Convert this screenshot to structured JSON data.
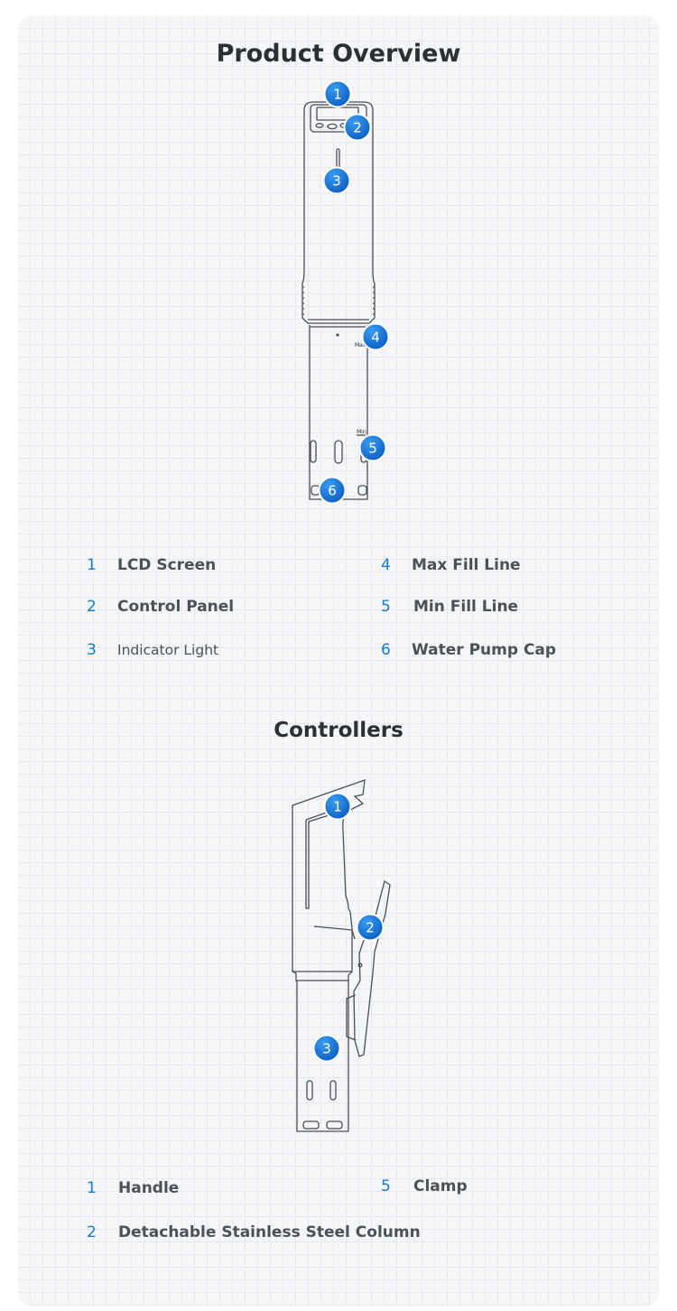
{
  "overview": {
    "title": "Product Overview",
    "callouts": [
      "1",
      "2",
      "3",
      "4",
      "5",
      "6"
    ],
    "marks": {
      "max": "Max",
      "min": "Min"
    },
    "legend": [
      {
        "num": "1",
        "label": "LCD Screen"
      },
      {
        "num": "2",
        "label": "Control Panel"
      },
      {
        "num": "3",
        "label": "Indicator Light"
      },
      {
        "num": "4",
        "label": "Max Fill Line"
      },
      {
        "num": "5",
        "label": "Min Fill Line"
      },
      {
        "num": "6",
        "label": "Water Pump Cap"
      }
    ]
  },
  "controllers": {
    "title": "Controllers",
    "callouts": [
      "1",
      "2",
      "3"
    ],
    "legend": [
      {
        "num": "1",
        "label": "Handle"
      },
      {
        "num": "5",
        "label": "Clamp"
      },
      {
        "num": "2",
        "label": "Detachable Stainless Steel Column"
      }
    ]
  },
  "colors": {
    "accent": "#1a79c8",
    "badge": "#0a63c5",
    "line": "#4a4e55",
    "text": "#4c5058"
  },
  "icons": [
    "numbered-callout-badge"
  ]
}
